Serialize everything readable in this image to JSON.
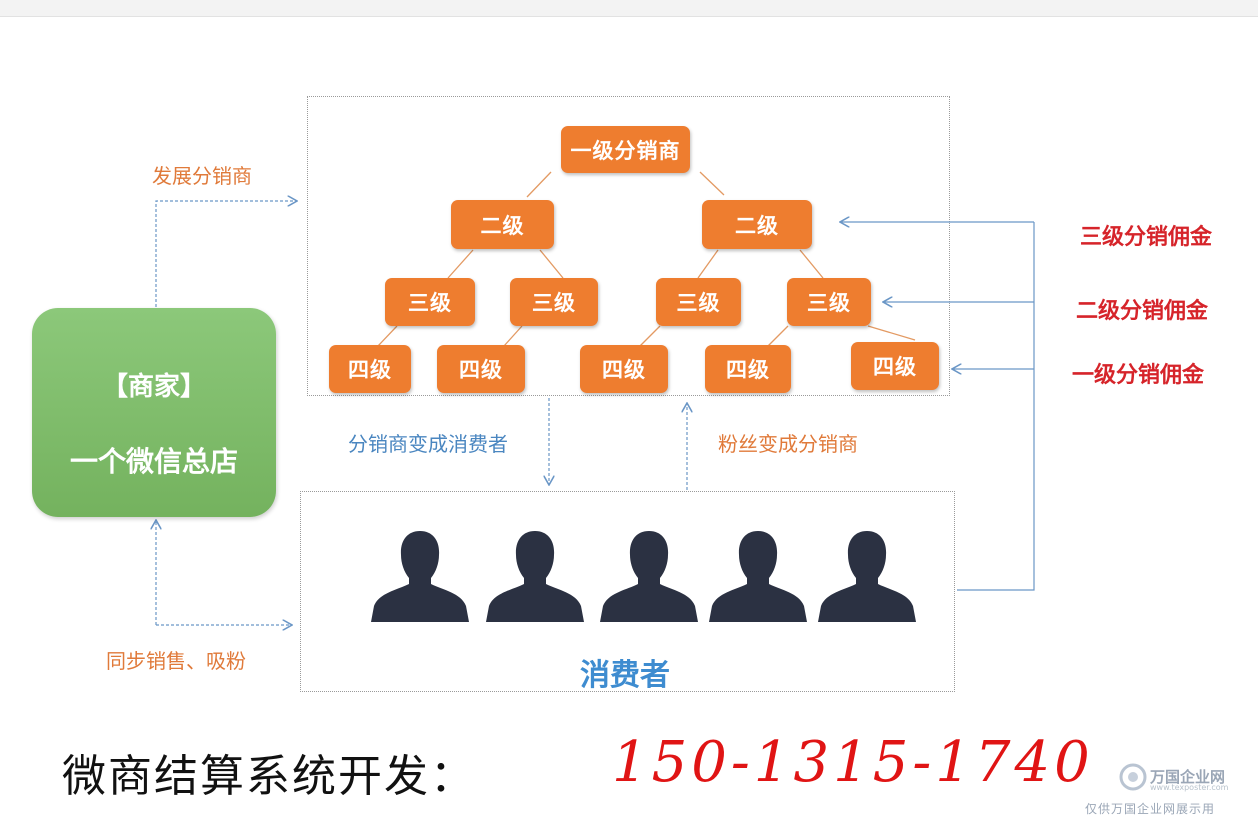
{
  "top_node": "一级分销商",
  "level2": [
    "二级",
    "二级"
  ],
  "level3": [
    "三级",
    "三级",
    "三级",
    "三级"
  ],
  "level4": [
    "四级",
    "四级",
    "四级",
    "四级",
    "四级"
  ],
  "merchant": {
    "line1": "【商家】",
    "line2": "一个微信总店"
  },
  "arrows": {
    "develop": "发展分销商",
    "sync": "同步销售、吸粉",
    "to_consumer": "分销商变成消费者",
    "to_distributor": "粉丝变成分销商"
  },
  "commissions": [
    "三级分销佣金",
    "二级分销佣金",
    "一级分销佣金"
  ],
  "consumer_label": "消费者",
  "footer": {
    "text": "微商结算系统开发：",
    "phone": "150-1315-1740"
  },
  "watermark": {
    "brand": "万国企业网",
    "url": "www.texposter.com",
    "notice": "仅供万国企业网展示用"
  },
  "colors": {
    "node": "#ee7d2f",
    "merchant": "#7dbb67",
    "commission": "#d6242a",
    "arrow": "#6a96c6"
  }
}
